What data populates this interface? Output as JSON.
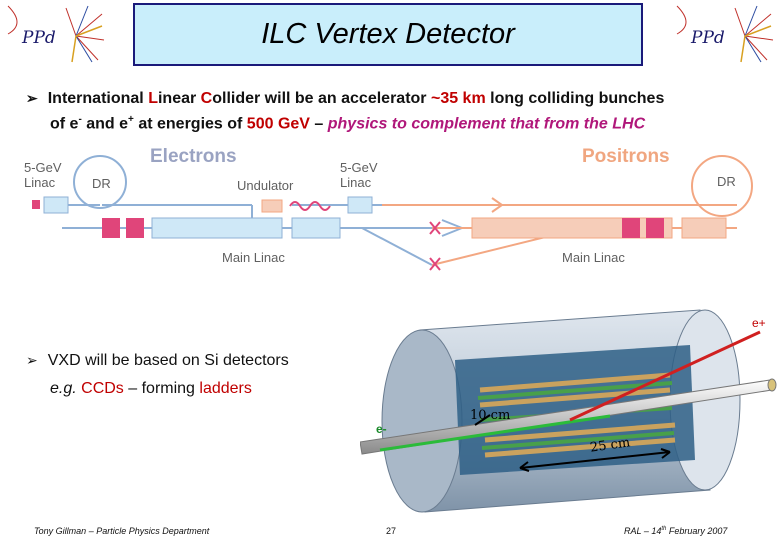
{
  "title": "ILC Vertex Detector",
  "logo_text": "PPd",
  "bullet1": {
    "line1_parts": [
      "International ",
      "L",
      "inear ",
      "C",
      "ollider will be an accelerator ",
      "~35 km",
      " long colliding bunches"
    ],
    "line2_parts": [
      "of e",
      "-",
      " and e",
      "+",
      " at energies of ",
      "500 GeV",
      " – ",
      "physics to complement that from the LHC"
    ]
  },
  "bullet2": {
    "line1": "VXD will be based on Si detectors",
    "line2_parts": [
      "e.g. ",
      "CCDs",
      " – forming ",
      "ladders"
    ]
  },
  "diagram": {
    "electrons": "Electrons",
    "positrons": "Positrons",
    "linac_left": [
      "5-GeV",
      "Linac"
    ],
    "linac_mid": [
      "5-GeV",
      "Linac"
    ],
    "dr": "DR",
    "undulator": "Undulator",
    "main_linac": "Main Linac",
    "colors": {
      "electron": "#8fb0d6",
      "positron": "#f3a782",
      "magenta": "#e0457a"
    }
  },
  "detector": {
    "eplus": "e+",
    "eminus": "e-",
    "r10": "10 cm",
    "r25": "25 cm"
  },
  "footer": {
    "left": "Tony Gillman – Particle Physics Department",
    "page": "27",
    "right_parts": [
      "RAL – 14",
      "th",
      " February 2007"
    ]
  }
}
